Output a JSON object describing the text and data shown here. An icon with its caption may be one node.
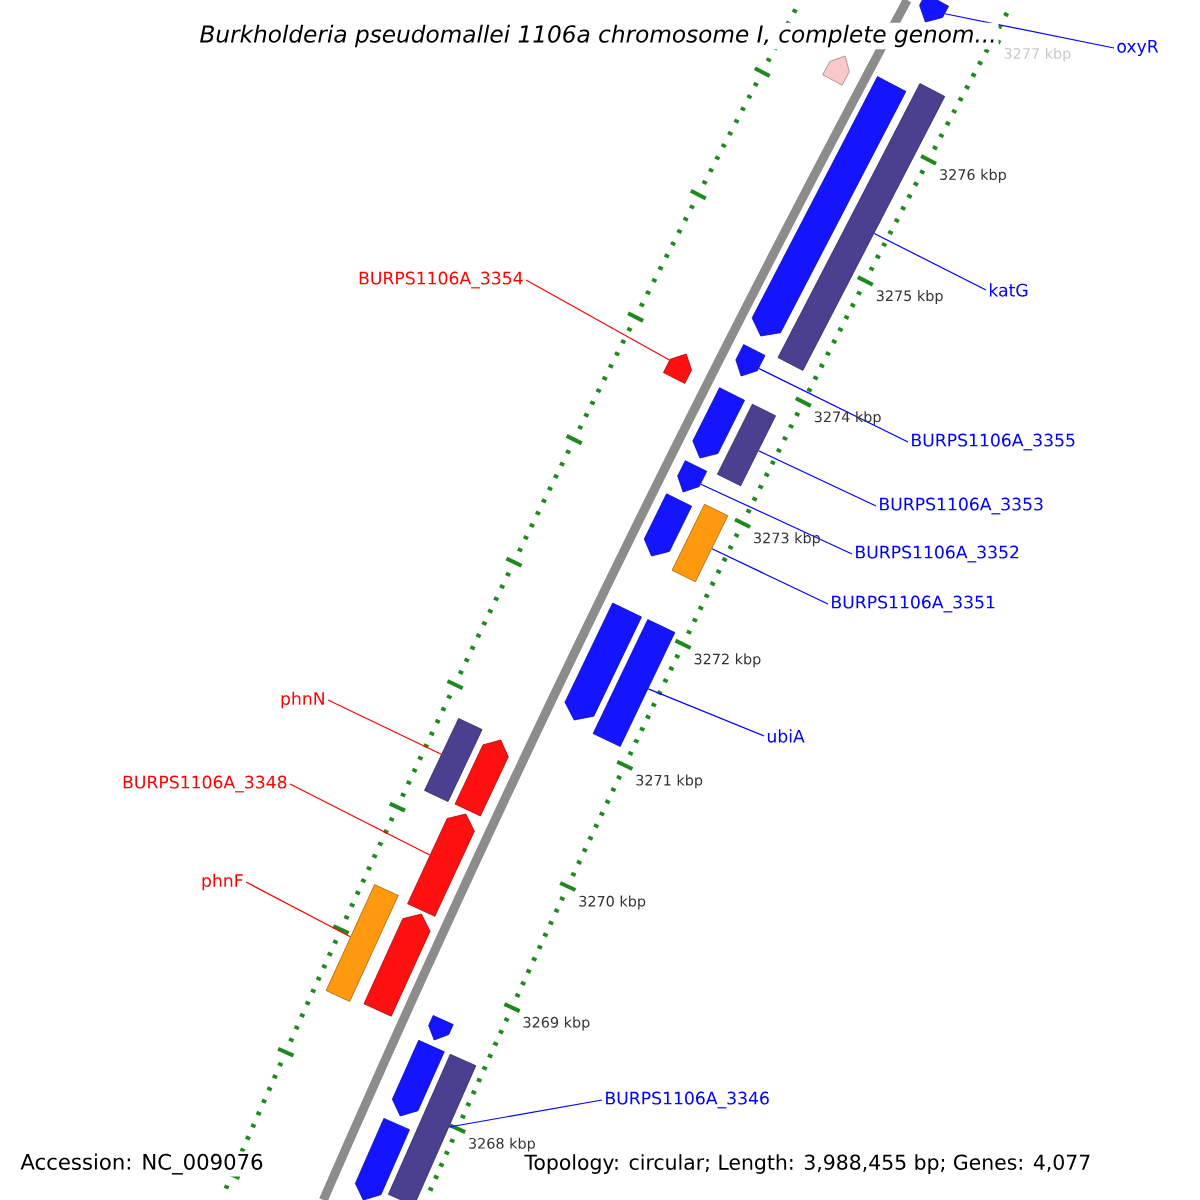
{
  "diagram": {
    "title": "Burkholderia pseudomallei 1106a chromosome I, complete genom...",
    "nodes": [
      {
        "text": [
          "oxyR"
        ]
      },
      {
        "text": [
          "katG"
        ]
      },
      {
        "text": [
          "BURPS1106A_3354"
        ]
      },
      {
        "text": [
          "BURPS1106A_3355"
        ]
      },
      {
        "text": [
          "BURPS1106A_3353"
        ]
      },
      {
        "text": [
          "BURPS1106A_3352"
        ]
      },
      {
        "text": [
          "BURPS1106A_3351"
        ]
      },
      {
        "text": [
          "phnN"
        ]
      },
      {
        "text": [
          "ubiA"
        ]
      },
      {
        "text": [
          "BURPS1106A_3348"
        ]
      },
      {
        "text": [
          "phnF"
        ]
      },
      {
        "text": [
          "BURPS1106A_3346"
        ]
      },
      {
        "text": [],
        "shape": "arrow"
      },
      {
        "text": [],
        "shape": "arrow"
      },
      {
        "text": [],
        "shape": "arrow"
      },
      {
        "text": [],
        "shape": "bar"
      },
      {
        "text": [],
        "shape": "arrow"
      },
      {
        "text": [],
        "shape": "arrow"
      },
      {
        "text": [],
        "shape": "arrow"
      },
      {
        "text": [],
        "shape": "bar"
      },
      {
        "text": [],
        "shape": "arrow"
      },
      {
        "text": [],
        "shape": "arrow"
      },
      {
        "text": [],
        "shape": "bar"
      },
      {
        "text": [],
        "shape": "arrow"
      },
      {
        "text": [],
        "shape": "bar"
      },
      {
        "text": [],
        "shape": "bar"
      },
      {
        "text": [],
        "shape": "arrow"
      },
      {
        "text": [],
        "shape": "arrow"
      },
      {
        "text": [],
        "shape": "bar"
      },
      {
        "text": [],
        "shape": "arrow"
      },
      {
        "text": [],
        "shape": "arrow"
      },
      {
        "text": [],
        "shape": "arrow"
      },
      {
        "text": [],
        "shape": "bar"
      },
      {
        "text": [],
        "shape": "arrow"
      }
    ],
    "edges": [
      {
        "from": 0,
        "to": 12,
        "arrow": "none"
      },
      {
        "from": 1,
        "to": 15,
        "arrow": "none"
      },
      {
        "from": 2,
        "to": 16,
        "arrow": "none",
        "color": "#ff0000"
      },
      {
        "from": 3,
        "to": 17,
        "arrow": "none"
      },
      {
        "from": 4,
        "to": 19,
        "arrow": "none"
      },
      {
        "from": 5,
        "to": 20,
        "arrow": "none"
      },
      {
        "from": 6,
        "to": 22,
        "arrow": "none"
      },
      {
        "from": 7,
        "to": 25,
        "arrow": "none",
        "color": "#ff0000"
      },
      {
        "from": 8,
        "to": 24,
        "arrow": "none"
      },
      {
        "from": 9,
        "to": 27,
        "arrow": "none",
        "color": "#ff0000"
      },
      {
        "from": 10,
        "to": 28,
        "arrow": "none",
        "color": "#ff0000"
      },
      {
        "from": 11,
        "to": 32,
        "arrow": "none"
      }
    ],
    "labels": [
      "3277 kbp",
      "3276 kbp",
      "3275 kbp",
      "3274 kbp",
      "3273 kbp",
      "3272 kbp",
      "3271 kbp",
      "3270 kbp",
      "3269 kbp",
      "3268 kbp",
      "Accession: NC_009076",
      "Topology: circular; Length: 3,988,455 bp; Genes: 4,077"
    ]
  }
}
